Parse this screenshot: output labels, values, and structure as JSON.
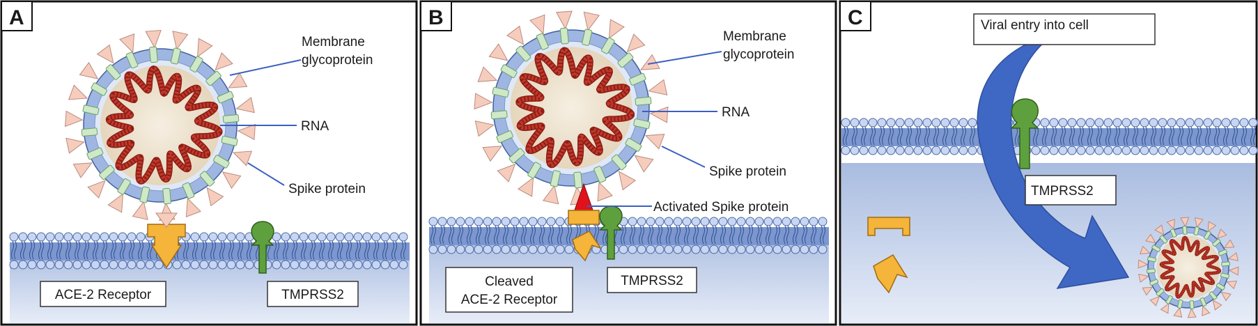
{
  "panels": [
    {
      "letter": "A",
      "labels": {
        "membrane_glycoprotein_1": "Membrane",
        "membrane_glycoprotein_2": "glycoprotein",
        "rna": "RNA",
        "spike_protein": "Spike protein",
        "ace2_receptor": "ACE-2 Receptor",
        "tmprss2": "TMPRSS2"
      }
    },
    {
      "letter": "B",
      "labels": {
        "membrane_glycoprotein_1": "Membrane",
        "membrane_glycoprotein_2": "glycoprotein",
        "rna": "RNA",
        "spike_protein": "Spike protein",
        "activated_spike_protein": "Activated Spike protein",
        "cleaved_ace2_1": "Cleaved",
        "cleaved_ace2_2": "ACE-2 Receptor",
        "tmprss2": "TMPRSS2"
      }
    },
    {
      "letter": "C",
      "labels": {
        "viral_entry": "Viral entry into cell",
        "tmprss2": "TMPRSS2"
      }
    }
  ],
  "colors": {
    "panel_border": "#111111",
    "cell_interior": "#b3c4e3",
    "lipid_head": "#c9d6f2",
    "lipid_stroke": "#4a6aa8",
    "virus_envelope": "#6f90cc",
    "virus_core": "#efe5d2",
    "rna": "#c0392b",
    "glycoprotein": "#cfe8c8",
    "spike": "#f6cdbd",
    "ace2": "#f5b43a",
    "tmprss2": "#5fa03e",
    "activated_spike": "#e0121b",
    "arrow": "#3f67c4",
    "leader_line": "#3b5fc0"
  }
}
